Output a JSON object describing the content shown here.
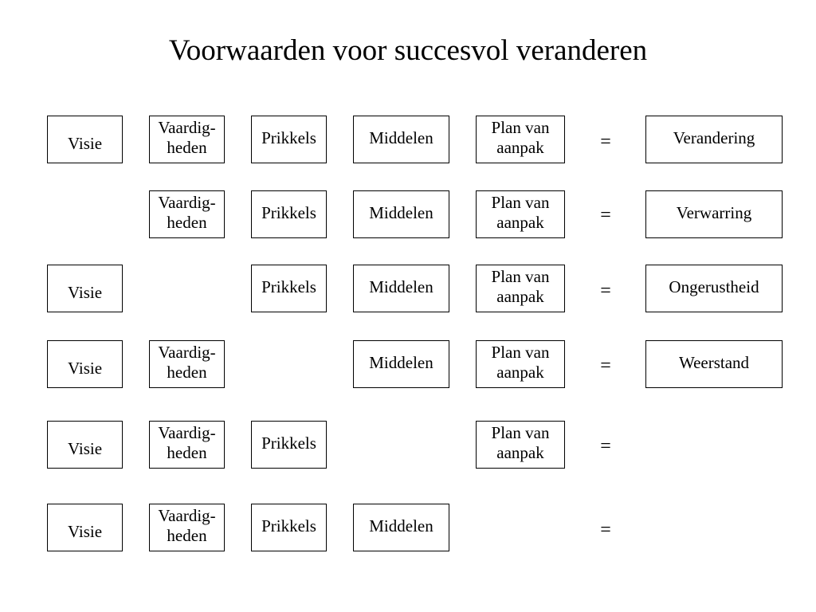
{
  "title": "Voorwaarden voor succesvol veranderen",
  "labels": {
    "visie": "Visie",
    "vaardig_line1": "Vaardig-",
    "vaardig_line2": "heden",
    "prikkels": "Prikkels",
    "middelen": "Middelen",
    "plan_line1": "Plan van",
    "plan_line2": "aanpak",
    "equals": "="
  },
  "outcomes": [
    "Verandering",
    "Verwarring",
    "Ongerustheid",
    "Weerstand"
  ]
}
